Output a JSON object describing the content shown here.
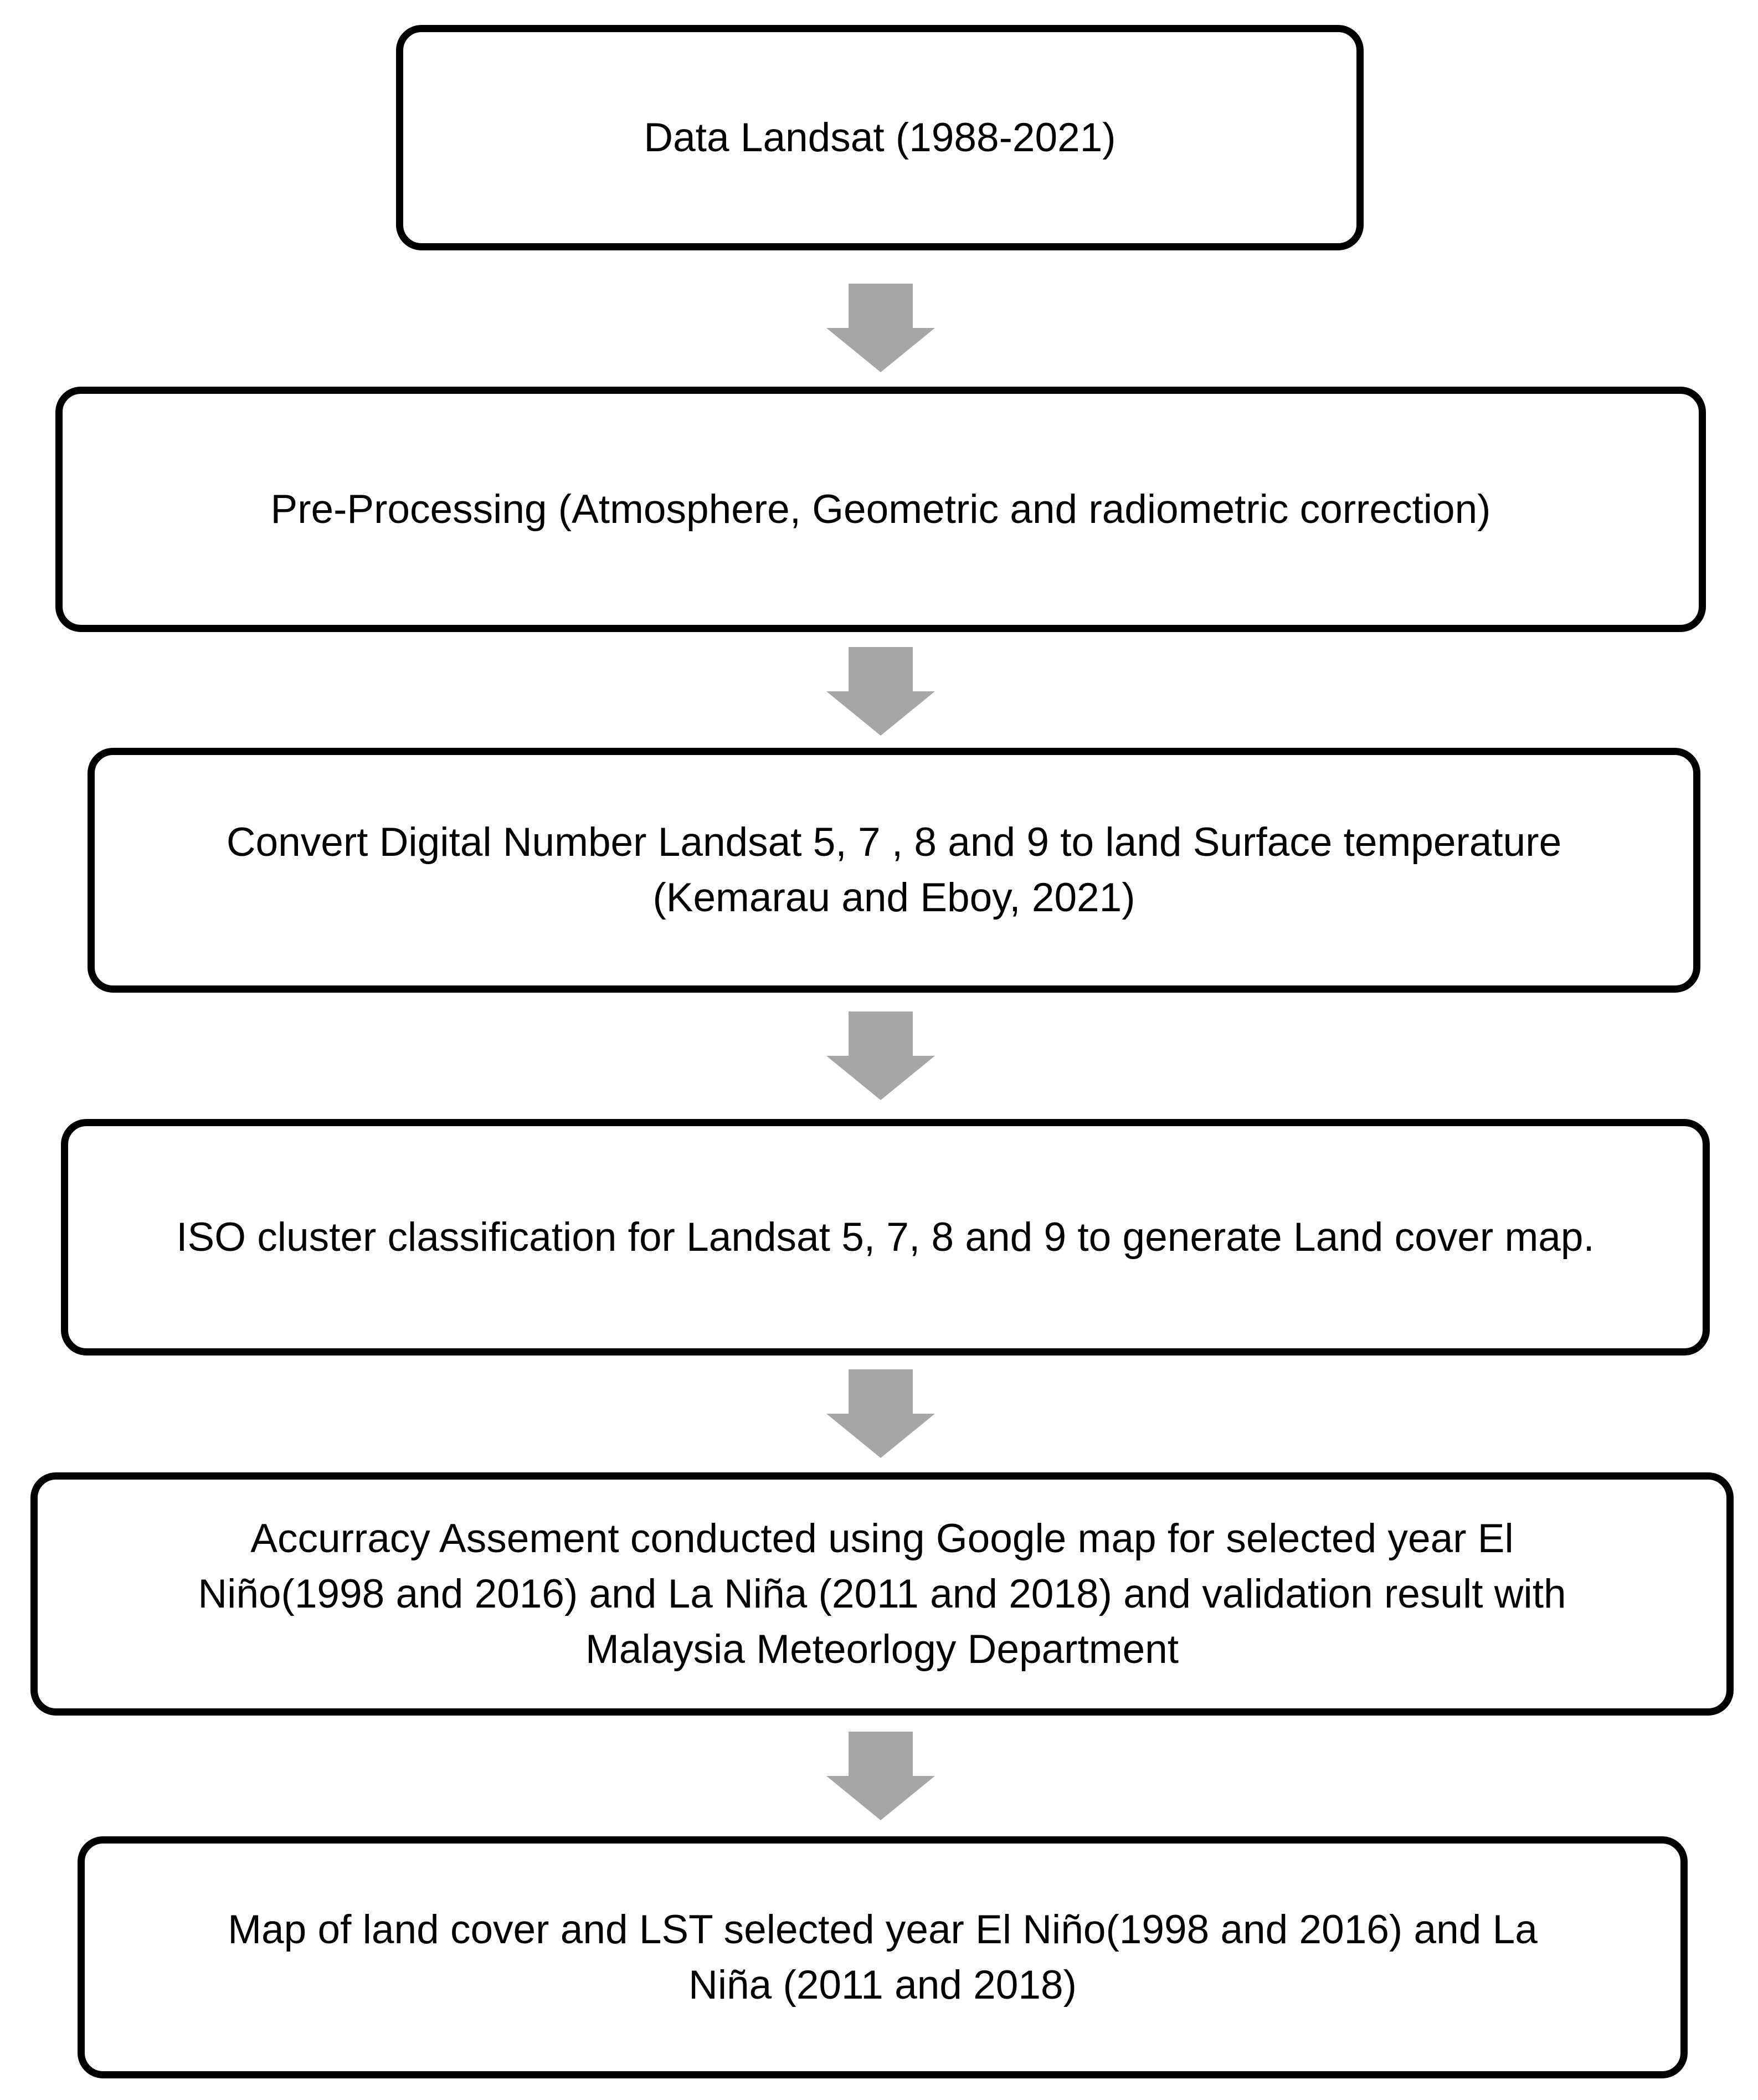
{
  "diagram": {
    "title": "Landsat LST processing flowchart",
    "colors": {
      "background": "#ffffff",
      "box_fill": "#ffffff",
      "box_border": "#000000",
      "text": "#000000",
      "arrow": "#a6a6a6"
    },
    "arrow": {
      "name": "down-arrow",
      "color": "#a6a6a6",
      "count": 5
    },
    "boxes": [
      {
        "lines": [
          "Data Landsat (1988-2021)"
        ]
      },
      {
        "lines": [
          "Pre-Processing (Atmosphere, Geometric and radiometric correction)"
        ]
      },
      {
        "lines": [
          "Convert Digital Number Landsat 5, 7 , 8 and 9 to land Surface temperature",
          "(Kemarau and Eboy, 2021)"
        ]
      },
      {
        "lines": [
          "ISO cluster classification for Landsat 5, 7, 8 and 9 to generate Land cover map."
        ]
      },
      {
        "lines": [
          "Accurracy Assement conducted using Google map for selected year El",
          "Niño(1998 and 2016) and La Niña (2011 and 2018) and validation result with",
          "Malaysia Meteorlogy Department"
        ]
      },
      {
        "lines": [
          "Map of land cover and LST selected year El Niño(1998 and 2016) and La",
          "Niña (2011 and 2018)"
        ]
      }
    ]
  }
}
